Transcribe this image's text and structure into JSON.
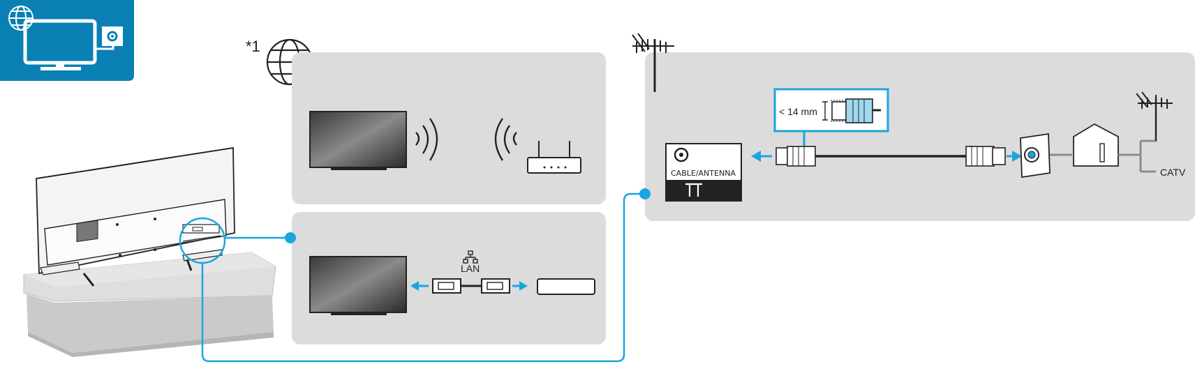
{
  "header_icon": {
    "name": "network-tv-antenna-icon",
    "color": "#0a7fb4"
  },
  "footnote_mark": "*1",
  "panels": {
    "wireless": {
      "icons": [
        "tv-icon",
        "wifi-waves-icon",
        "router-icon"
      ]
    },
    "wired": {
      "lan_label": "LAN",
      "icons": [
        "tv-icon",
        "lan-cable-icon",
        "router-box-icon"
      ]
    },
    "antenna": {
      "size_label": "< 14 mm",
      "terminal_label": "CABLE/ANTENNA",
      "catv_label": "CATV"
    }
  },
  "colors": {
    "accent": "#19a6df",
    "panel": "#dcdcdc",
    "stand": "#d4d4d4"
  }
}
